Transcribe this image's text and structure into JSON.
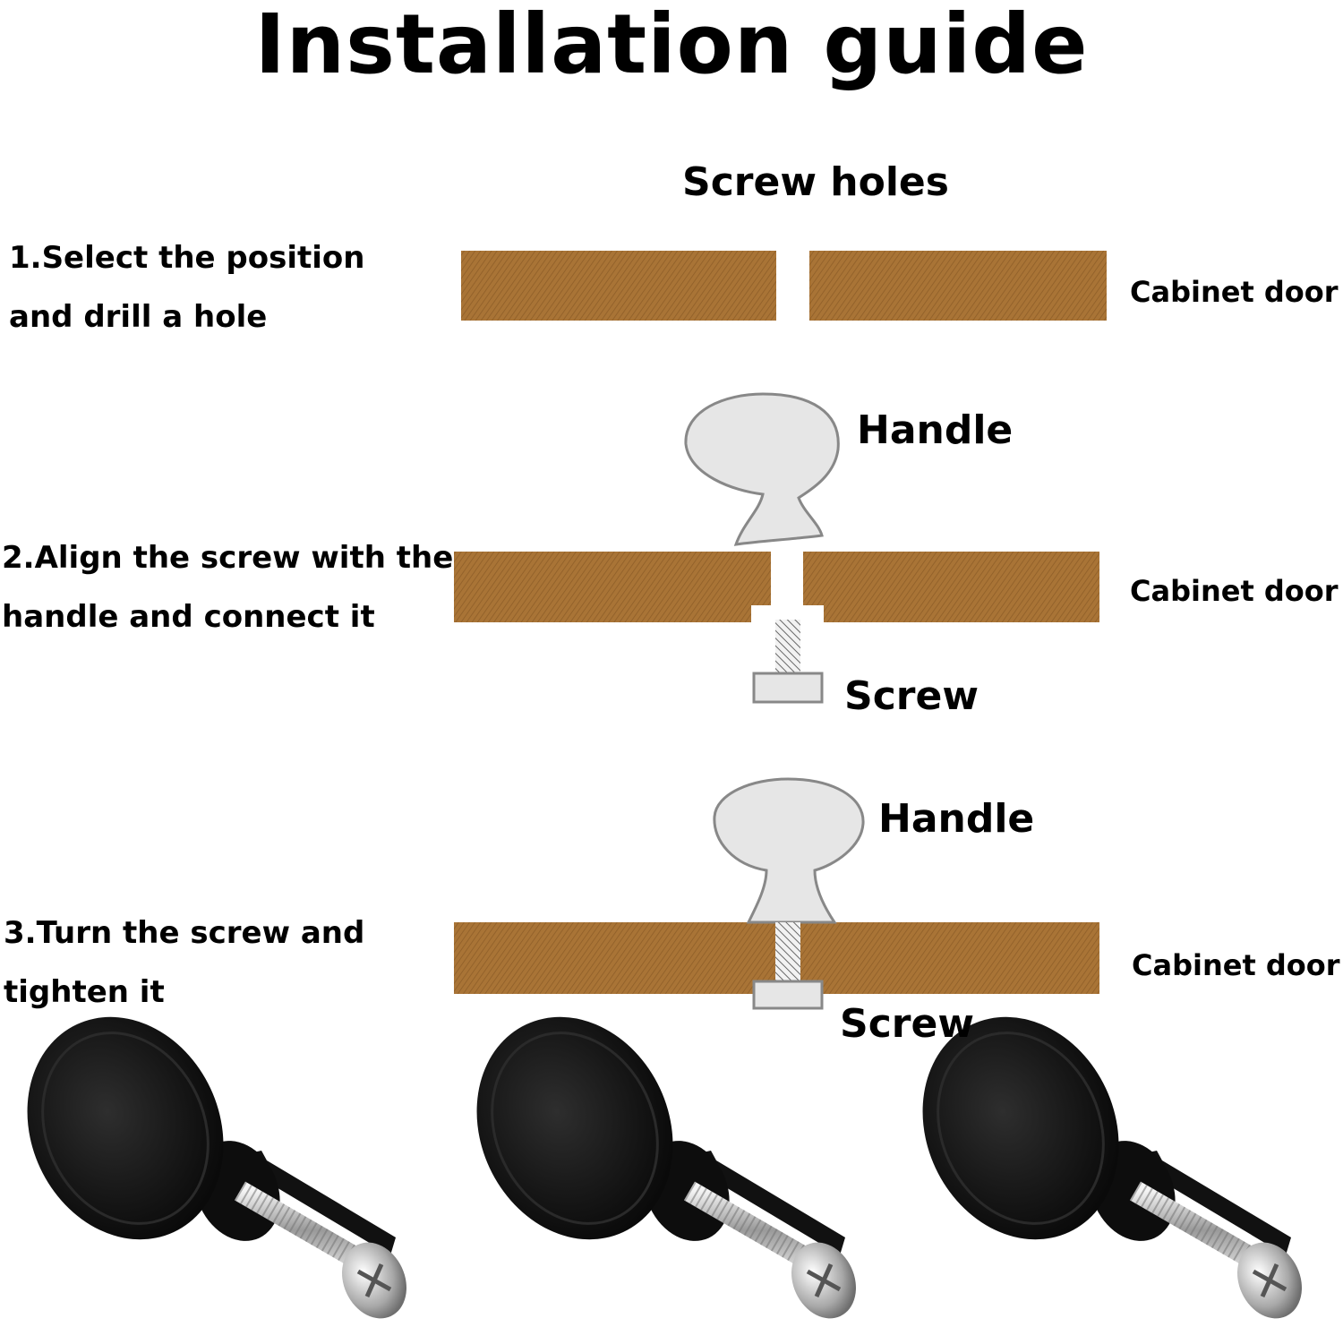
{
  "title": "Installation guide",
  "colors": {
    "wood": "#a97436",
    "wood_dark": "#8e5e28",
    "metal": "#e6e6e6",
    "outline": "#888888",
    "knob": "#151515"
  },
  "labels": {
    "screw_holes": "Screw holes",
    "cabinet_door": "Cabinet door",
    "handle": "Handle",
    "screw": "Screw"
  },
  "steps": [
    {
      "line1": "1.Select the position",
      "line2": "and drill a hole"
    },
    {
      "line1": "2.Align the screw with the",
      "line2": "handle and connect it"
    },
    {
      "line1": "3.Turn the screw and",
      "line2": "tighten it"
    }
  ],
  "icons": [
    "knob-with-screw-icon",
    "knob-with-screw-icon",
    "knob-with-screw-icon"
  ]
}
